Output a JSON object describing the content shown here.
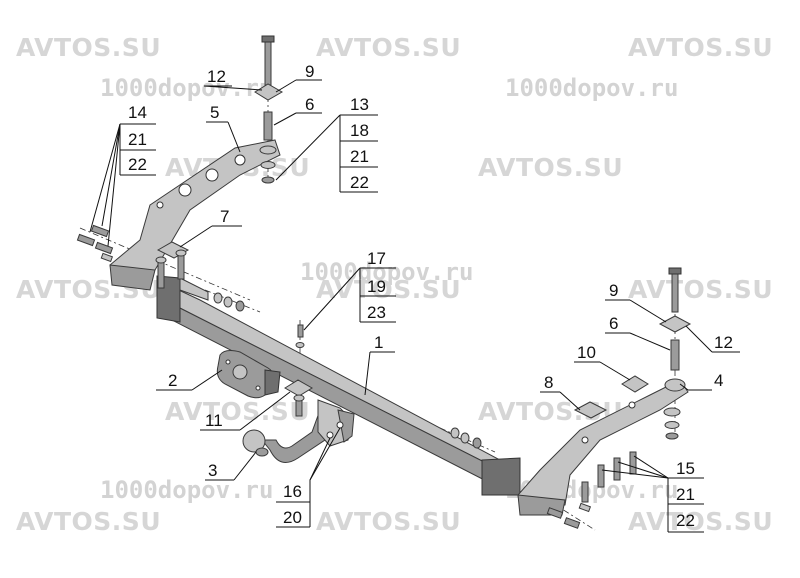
{
  "watermarks": {
    "brand": "AVTOS.SU",
    "site": "1000dopov.ru"
  },
  "labels": {
    "l1": "1",
    "l2": "2",
    "l3": "3",
    "l4": "4",
    "l5": "5",
    "l6": "6",
    "l6b": "6",
    "l7": "7",
    "l8": "8",
    "l9": "9",
    "l9b": "9",
    "l10": "10",
    "l11": "11",
    "l12": "12",
    "l12b": "12",
    "g13": [
      "13",
      "18",
      "21",
      "22"
    ],
    "g14": [
      "14",
      "21",
      "22"
    ],
    "g15": [
      "15",
      "21",
      "22"
    ],
    "g16": [
      "16",
      "20"
    ],
    "g17": [
      "17",
      "19",
      "23"
    ]
  }
}
